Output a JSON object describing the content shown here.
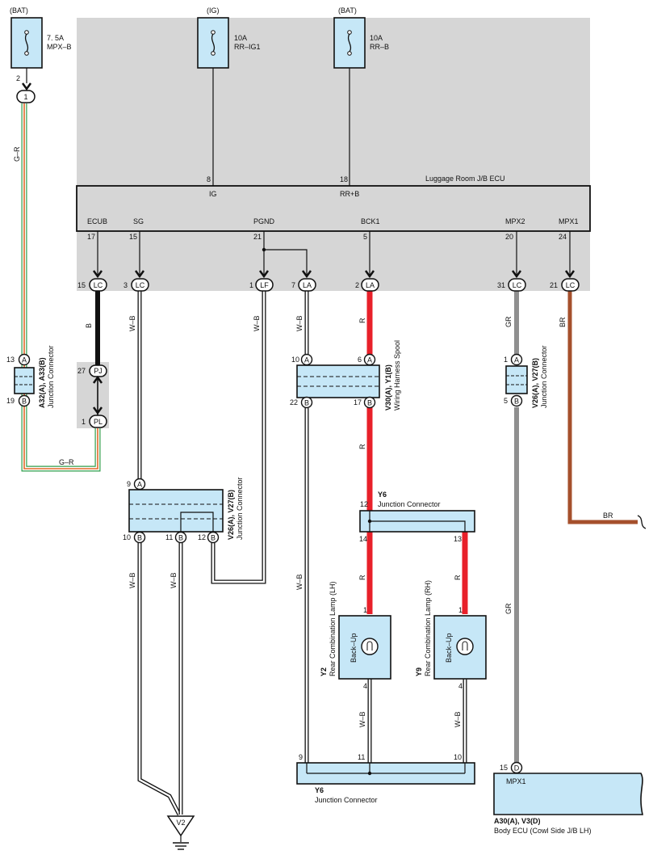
{
  "power": {
    "bat_left": "(BAT)",
    "fuse_left_rating": "7. 5A",
    "fuse_left_name": "MPX–B",
    "ig": "(IG)",
    "fuse_ig_rating": "10A",
    "fuse_ig_name": "RR–IG1",
    "bat_right": "(BAT)",
    "fuse_rrb_rating": "10A",
    "fuse_rrb_name": "RR–B"
  },
  "ecu": {
    "name": "Luggage Room J/B ECU",
    "pin_ig_num": "8",
    "pin_ig_name": "IG",
    "pin_rrb_num": "18",
    "pin_rrb_name": "RR+B",
    "bottom_pins": [
      {
        "name": "ECUB",
        "num": "17",
        "conn_num": "15",
        "conn": "LC"
      },
      {
        "name": "SG",
        "num": "15",
        "conn_num": "3",
        "conn": "LC"
      },
      {
        "name": "PGND",
        "num": "21",
        "conn_num": "1",
        "conn": "LF"
      },
      {
        "name": "",
        "num": "",
        "conn_num": "7",
        "conn": "LA"
      },
      {
        "name": "BCK1",
        "num": "5",
        "conn_num": "2",
        "conn": "LA"
      },
      {
        "name": "MPX2",
        "num": "20",
        "conn_num": "31",
        "conn": "LC"
      },
      {
        "name": "MPX1",
        "num": "24",
        "conn_num": "21",
        "conn": "LC"
      }
    ]
  },
  "left_fuse_pin": "2",
  "left_conn": "1",
  "wires": {
    "g_r": "G–R",
    "b": "B",
    "w_b": "W–B",
    "r": "R",
    "gr": "GR",
    "br": "BR"
  },
  "jc_a32": {
    "id": "A32(A), A33(B)",
    "label": "Junction Connector",
    "top_num": "13",
    "top_pin": "A",
    "bot_num": "19",
    "bot_pin": "B"
  },
  "pj_conn": {
    "num": "27",
    "pin": "PJ"
  },
  "pl_conn": {
    "num": "1",
    "pin": "PL"
  },
  "jc_v26_mid": {
    "id": "V26(A), V27(B)",
    "label": "Junction Connector",
    "top_num": "9",
    "top_pin": "A",
    "b1_num": "10",
    "b2_num": "11",
    "b3_num": "12",
    "b_pin": "B"
  },
  "spool": {
    "id": "V30(A), Y1(B)",
    "label": "Wiring Harness Spool",
    "tl_num": "10",
    "tl_pin": "A",
    "tr_num": "6",
    "tr_pin": "A",
    "bl_num": "22",
    "bl_pin": "B",
    "br_num": "17",
    "br_pin": "B"
  },
  "jc_v26_right": {
    "id": "V26(A), V27(B)",
    "label": "Junction Connector",
    "top_num": "1",
    "top_pin": "A",
    "bot_num": "5",
    "bot_pin": "B"
  },
  "y6_top": {
    "id": "Y6",
    "label": "Junction Connector",
    "pin_in": "12",
    "pin_l": "14",
    "pin_r": "13"
  },
  "lamp_lh": {
    "id": "Y2",
    "label": "Rear Combination Lamp (LH)",
    "func": "Back–Up",
    "pin_top": "1",
    "pin_bot": "4"
  },
  "lamp_rh": {
    "id": "Y9",
    "label": "Rear Combination Lamp (RH)",
    "func": "Back–Up",
    "pin_top": "1",
    "pin_bot": "4"
  },
  "y6_bottom": {
    "id": "Y6",
    "label": "Junction Connector",
    "pin_l": "9",
    "pin_m": "11",
    "pin_r": "10"
  },
  "body_ecu": {
    "id": "A30(A), V3(D)",
    "label": "Body ECU (Cowl Side J/B LH)",
    "pin_num": "15",
    "pin": "D",
    "signal": "MPX1"
  },
  "ground": "V2",
  "colors": {
    "panel": "#d6d6d6",
    "box": "#c6e7f7",
    "red": "#e8202a",
    "gray": "#8f8f8f",
    "brown": "#a5502c",
    "green": "#2f9e4a",
    "orange": "#e06a2a"
  }
}
